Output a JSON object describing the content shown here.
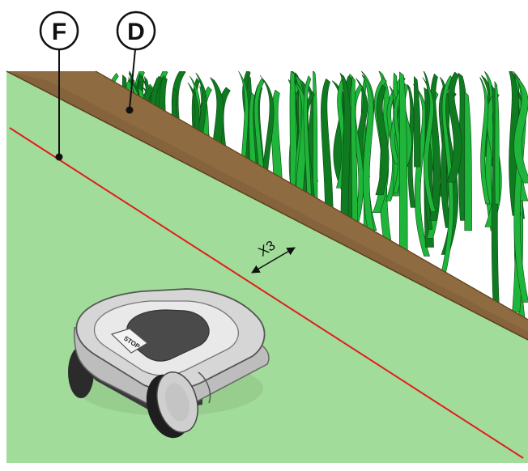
{
  "callouts": {
    "f": {
      "label": "F"
    },
    "d": {
      "label": "D"
    }
  },
  "measurement": {
    "label": "X3"
  },
  "mower": {
    "stop_label": "STOP"
  },
  "colors": {
    "lawn": "#a2dc9a",
    "boundary_wire": "#e01e1e",
    "edge_top": "#8a6a42",
    "edge_side": "#6e4a22",
    "hedge_dark": "#0f7a1f",
    "hedge_light": "#1fb53a",
    "mower_body": "#d2d2d2",
    "mower_dark": "#3a3a3a"
  }
}
